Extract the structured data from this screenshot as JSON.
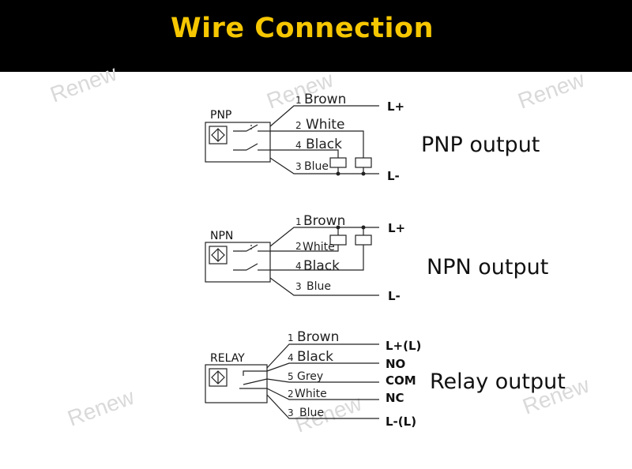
{
  "header": {
    "title": "Wire Connection",
    "title_color": "#f6c700",
    "background": "#000000"
  },
  "watermark": {
    "text": "Renew",
    "color": "#d9d9d9"
  },
  "pnp": {
    "box_label": "PNP",
    "output_label": "PNP output",
    "wires": [
      {
        "num": "1",
        "name": "Brown"
      },
      {
        "num": "2",
        "name": "White"
      },
      {
        "num": "4",
        "name": "Black"
      },
      {
        "num": "3",
        "name": "Blue"
      }
    ],
    "terminals": {
      "plus": "L+",
      "minus": "L-"
    }
  },
  "npn": {
    "box_label": "NPN",
    "output_label": "NPN output",
    "wires": [
      {
        "num": "1",
        "name": "Brown"
      },
      {
        "num": "2",
        "name": "White"
      },
      {
        "num": "4",
        "name": "Black"
      },
      {
        "num": "3",
        "name": "Blue"
      }
    ],
    "terminals": {
      "plus": "L+",
      "minus": "L-"
    }
  },
  "relay": {
    "box_label": "RELAY",
    "output_label": "Relay output",
    "wires": [
      {
        "num": "1",
        "name": "Brown"
      },
      {
        "num": "4",
        "name": "Black"
      },
      {
        "num": "5",
        "name": "Grey"
      },
      {
        "num": "2",
        "name": "White"
      },
      {
        "num": "3",
        "name": "Blue"
      }
    ],
    "terminals": {
      "l_plus": "L+(L)",
      "no": "NO",
      "com": "COM",
      "nc": "NC",
      "l_minus": "L-(L)"
    }
  }
}
